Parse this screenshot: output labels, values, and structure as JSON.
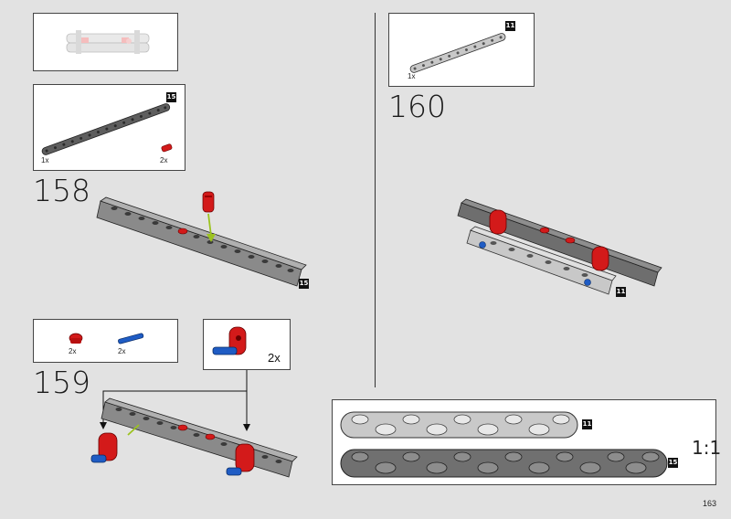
{
  "steps": [
    {
      "number": "158",
      "parts": [
        {
          "qty": "1x",
          "badge": "15"
        },
        {
          "qty": "2x"
        }
      ],
      "model_badge": "15"
    },
    {
      "number": "159",
      "parts": [
        {
          "qty": "2x"
        },
        {
          "qty": "2x"
        }
      ],
      "subassembly_qty": "2x"
    },
    {
      "number": "160",
      "parts": [
        {
          "qty": "1x",
          "badge": "11"
        }
      ],
      "model_badge": "11"
    }
  ],
  "scale_ref": {
    "label": "1:1",
    "badges": [
      "11",
      "15"
    ]
  },
  "page_number": "163",
  "colors": {
    "red": "#d31a1a",
    "blue": "#1f5cc4",
    "dark_grey": "#5e5e5e",
    "light_grey": "#c8c8c8",
    "background": "#e2e2e2"
  }
}
